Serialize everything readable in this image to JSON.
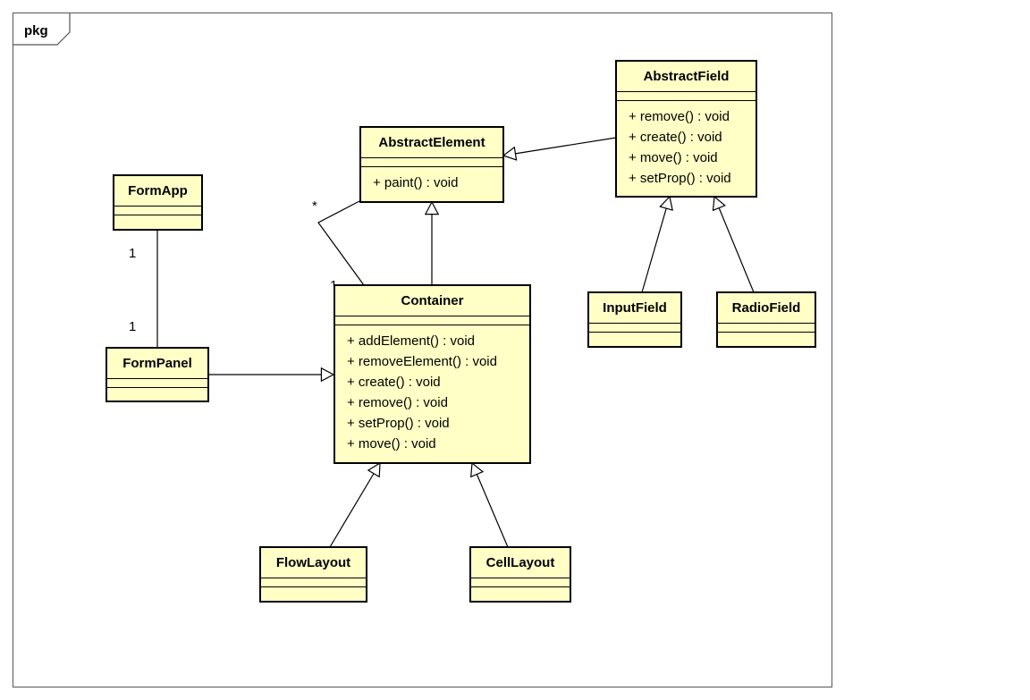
{
  "frame": {
    "label": "pkg"
  },
  "classes": {
    "abstract_element": {
      "name": "AbstractElement",
      "operations": [
        "+ paint() : void"
      ]
    },
    "abstract_field": {
      "name": "AbstractField",
      "operations": [
        "+ remove() : void",
        "+ create() : void",
        "+ move() : void",
        "+ setProp() : void"
      ]
    },
    "form_app": {
      "name": "FormApp",
      "operations": []
    },
    "form_panel": {
      "name": "FormPanel",
      "operations": []
    },
    "container": {
      "name": "Container",
      "operations": [
        "+ addElement() : void",
        "+ removeElement() : void",
        "+ create() : void",
        "+ remove() : void",
        "+ setProp() : void",
        "+ move() : void"
      ]
    },
    "input_field": {
      "name": "InputField",
      "operations": []
    },
    "radio_field": {
      "name": "RadioField",
      "operations": []
    },
    "flow_layout": {
      "name": "FlowLayout",
      "operations": []
    },
    "cell_layout": {
      "name": "CellLayout",
      "operations": []
    }
  },
  "multiplicities": {
    "formapp_formpanel_top": "1",
    "formapp_formpanel_bottom": "1",
    "container_element_many": "*",
    "container_element_one": "1"
  },
  "colors": {
    "class_fill": "#ffffc6",
    "line": "#000000"
  }
}
